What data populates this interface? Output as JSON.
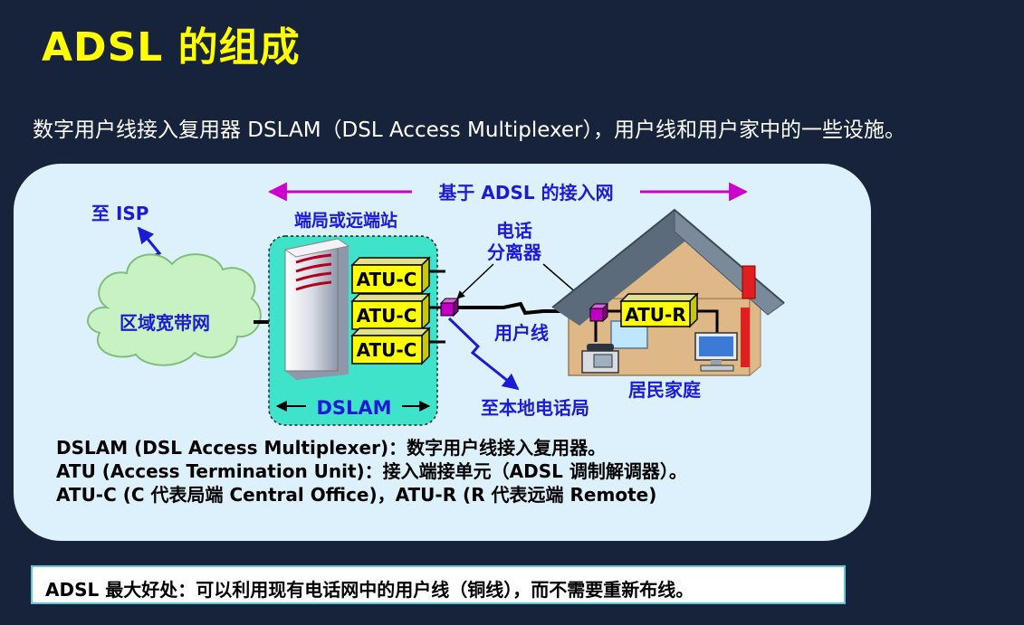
{
  "slide": {
    "title": "ADSL 的组成",
    "subtitle": "数字用户线接入复用器 DSLAM（DSL Access Multiplexer），用户线和用户家中的一些设施。"
  },
  "diagram": {
    "span_label": "基于 ADSL 的接入网",
    "isp_label": "至 ISP",
    "cloud_label": "区域宽带网",
    "office_label": "端局或远端站",
    "dslam_label": "DSLAM",
    "atu_c_labels": [
      "ATU-C",
      "ATU-C",
      "ATU-C"
    ],
    "splitter_label_line1": "电话",
    "splitter_label_line2": "分离器",
    "user_line_label": "用户线",
    "local_exchange_label": "至本地电话局",
    "atu_r_label": "ATU-R",
    "home_label": "居民家庭",
    "colors": {
      "label_blue": "#0000ff",
      "arrow_magenta": "#cc00cc",
      "atu_fill": "#ffff00",
      "house_wall": "#deb887",
      "roof": "#6b7b8c"
    }
  },
  "definitions": [
    "DSLAM (DSL Access Multiplexer)：数字用户线接入复用器。",
    "ATU (Access Termination Unit)：接入端接单元（ADSL 调制解调器）。",
    "ATU-C (C 代表局端 Central Office)，ATU-R (R 代表远端 Remote)"
  ],
  "note": "ADSL 最大好处：可以利用现有电话网中的用户线（铜线），而不需要重新布线。"
}
